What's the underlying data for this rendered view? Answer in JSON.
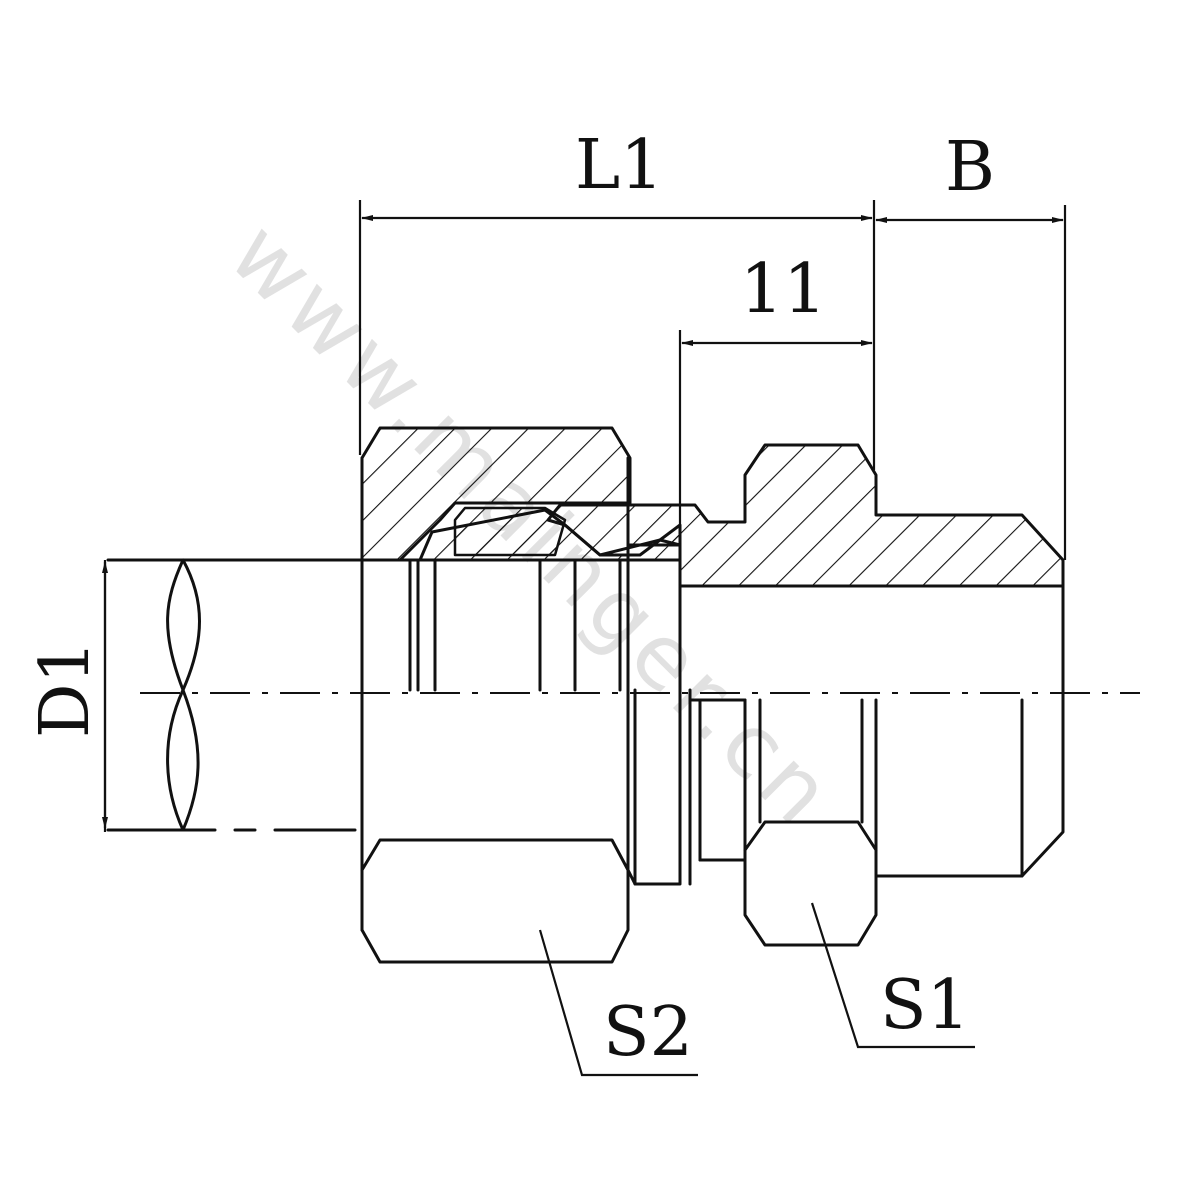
{
  "labels": {
    "l1": "L1",
    "b": "B",
    "l11": "11",
    "d1": "D1",
    "s2": "S2",
    "s1": "S1"
  },
  "watermark": {
    "text": "www.mainger.cn"
  },
  "colors": {
    "ink": "#111111",
    "watermark": "#d8d8d8",
    "background": "#ffffff"
  }
}
